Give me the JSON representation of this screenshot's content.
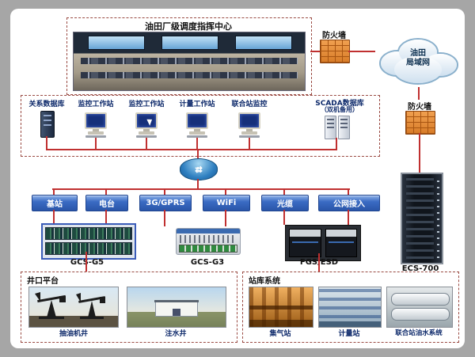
{
  "title_top": "油田厂级调度指挥中心",
  "firewalls": {
    "top": "防火墙",
    "right": "防火墙"
  },
  "cloud": {
    "line1": "油田",
    "line2": "局域网"
  },
  "workstations": {
    "labels": [
      "关系数据库",
      "监控工作站",
      "监控工作站",
      "计量工作站",
      "联合站监控"
    ],
    "scada_line1": "SCADA数据库",
    "scada_line2": "（双机备用）"
  },
  "bus": {
    "items": [
      "基站",
      "电台",
      "3G/GPRS",
      "WiFi",
      "光缆",
      "公网接入"
    ]
  },
  "equipment": {
    "labels": [
      "GCS-G5",
      "GCS-G3",
      "FGS/ESD",
      "ECS-700"
    ]
  },
  "wellhead": {
    "title": "井口平台",
    "items": [
      "抽油机井",
      "注水井"
    ]
  },
  "stations": {
    "title": "站库系统",
    "items": [
      "集气站",
      "计量站",
      "联合站油水系统"
    ]
  }
}
